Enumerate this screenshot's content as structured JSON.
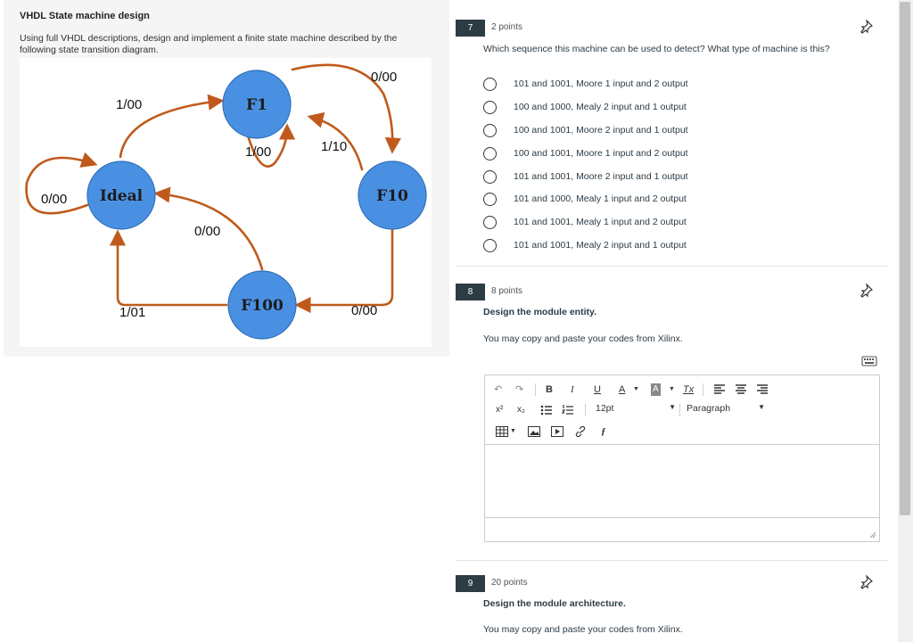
{
  "left_panel": {
    "title": "VHDL State machine design",
    "description": "Using full VHDL descriptions, design and implement a finite state machine described by the following state transition diagram."
  },
  "diagram": {
    "node_color": "#4a90e2",
    "arrow_color": "#c05a1c",
    "states": {
      "f1": "F1",
      "ideal": "Ideal",
      "f10": "F10",
      "f100": "F100"
    },
    "labels": {
      "f1_to_f10": "0/00",
      "ideal_to_f1": "1/00",
      "f1_self": "1/00",
      "f10_to_f1": "1/10",
      "ideal_self": "0/00",
      "f100_to_ideal": "0/00",
      "f100_back_ideal": "1/01",
      "f10_to_f100": "0/00"
    }
  },
  "questions": [
    {
      "number": "7",
      "points": "2 points",
      "text": "Which sequence this machine can be used to detect? What type of machine is this?",
      "options": [
        "101 and 1001, Moore 1 input and 2 output",
        "100 and 1000, Mealy 2 input and 1 output",
        "100 and 1001, Moore 2 input and 1 output",
        "100 and 1001, Moore 1 input and 2 output",
        "101 and 1001, Moore 2 input and 1 output",
        "101 and 1000, Mealy 1 input and 2 output",
        "101 and 1001, Mealy 1 input and 2 output",
        "101 and 1001, Mealy 2 input and 1 output"
      ]
    },
    {
      "number": "8",
      "points": "8 points",
      "title": "Design the module entity.",
      "text": "You may copy and paste your codes from Xilinx."
    },
    {
      "number": "9",
      "points": "20 points",
      "title": "Design the module architecture.",
      "text": "You may copy and paste your codes from Xilinx."
    }
  ],
  "editor": {
    "bold": "B",
    "italic": "I",
    "underline": "U",
    "text_color": "A",
    "bg_color": "A",
    "clear_format": "Tx",
    "font_size": "12pt",
    "block_format": "Paragraph"
  },
  "icons": {
    "pin": "pin-icon",
    "keyboard": "keyboard-icon",
    "undo": "undo-icon",
    "redo": "redo-icon"
  }
}
